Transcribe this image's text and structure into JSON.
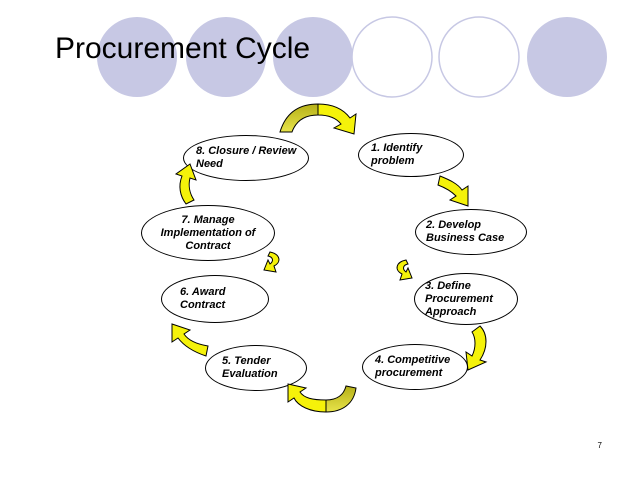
{
  "slide": {
    "title": "Procurement Cycle",
    "page_number": "7"
  },
  "cycle": {
    "steps": [
      {
        "label": "1. Identify\nproblem"
      },
      {
        "label": "2. Develop\nBusiness Case"
      },
      {
        "label": "3. Define\nProcurement\nApproach"
      },
      {
        "label": "4. Competitive\nprocurement"
      },
      {
        "label": "5. Tender\nEvaluation"
      },
      {
        "label": "6. Award\nContract"
      },
      {
        "label": "7. Manage\nImplementation of\nContract"
      },
      {
        "label": "8. Closure / Review\nNeed"
      }
    ]
  },
  "colors": {
    "decor_circle": "#c7c8e4",
    "arrow_fill": "#f5f20a",
    "arrow_shade": "#b5b018",
    "arrow_stroke": "#000000"
  }
}
